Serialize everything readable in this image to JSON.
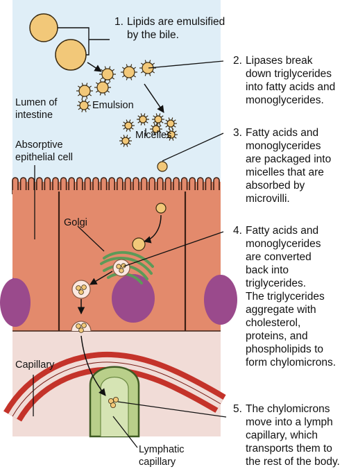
{
  "labels": {
    "lumen": "Lumen of\nintestine",
    "epithelial": "Absorptive\nepithelial cell",
    "emulsion": "Emulsion",
    "micelles": "Micelles",
    "golgi": "Golgi",
    "capillary": "Capillary",
    "lymphatic": "Lymphatic\ncapillary"
  },
  "steps": [
    {
      "number": "1.",
      "text": "Lipids are emulsified\nby the bile."
    },
    {
      "number": "2.",
      "text": "Lipases break\ndown triglycerides\ninto fatty acids and\nmonoglycerides."
    },
    {
      "number": "3.",
      "text": "Fatty acids and\nmonoglycerides\nare packaged into\nmicelles that are\nabsorbed by\nmicrovilli."
    },
    {
      "number": "4.",
      "text": "Fatty acids and\nmonoglycerides\nare converted\nback into\ntriglycerides.\nThe triglycerides\naggregate with\ncholesterol,\nproteins, and\nphospholipids to\nform chylomicrons."
    },
    {
      "number": "5.",
      "text": "The chylomicrons\nmove into a lymph\ncapillary, which\ntransports them to\nthe rest of the body."
    }
  ],
  "colors": {
    "lumen": "#dfeef7",
    "cell": "#e38a6c",
    "nucleus": "#9a4a8c",
    "lipid": "#f2c879",
    "capillary_wall": "#c4332a",
    "lymphatic": "#b9cf8a",
    "golgi": "#5d9a58"
  }
}
